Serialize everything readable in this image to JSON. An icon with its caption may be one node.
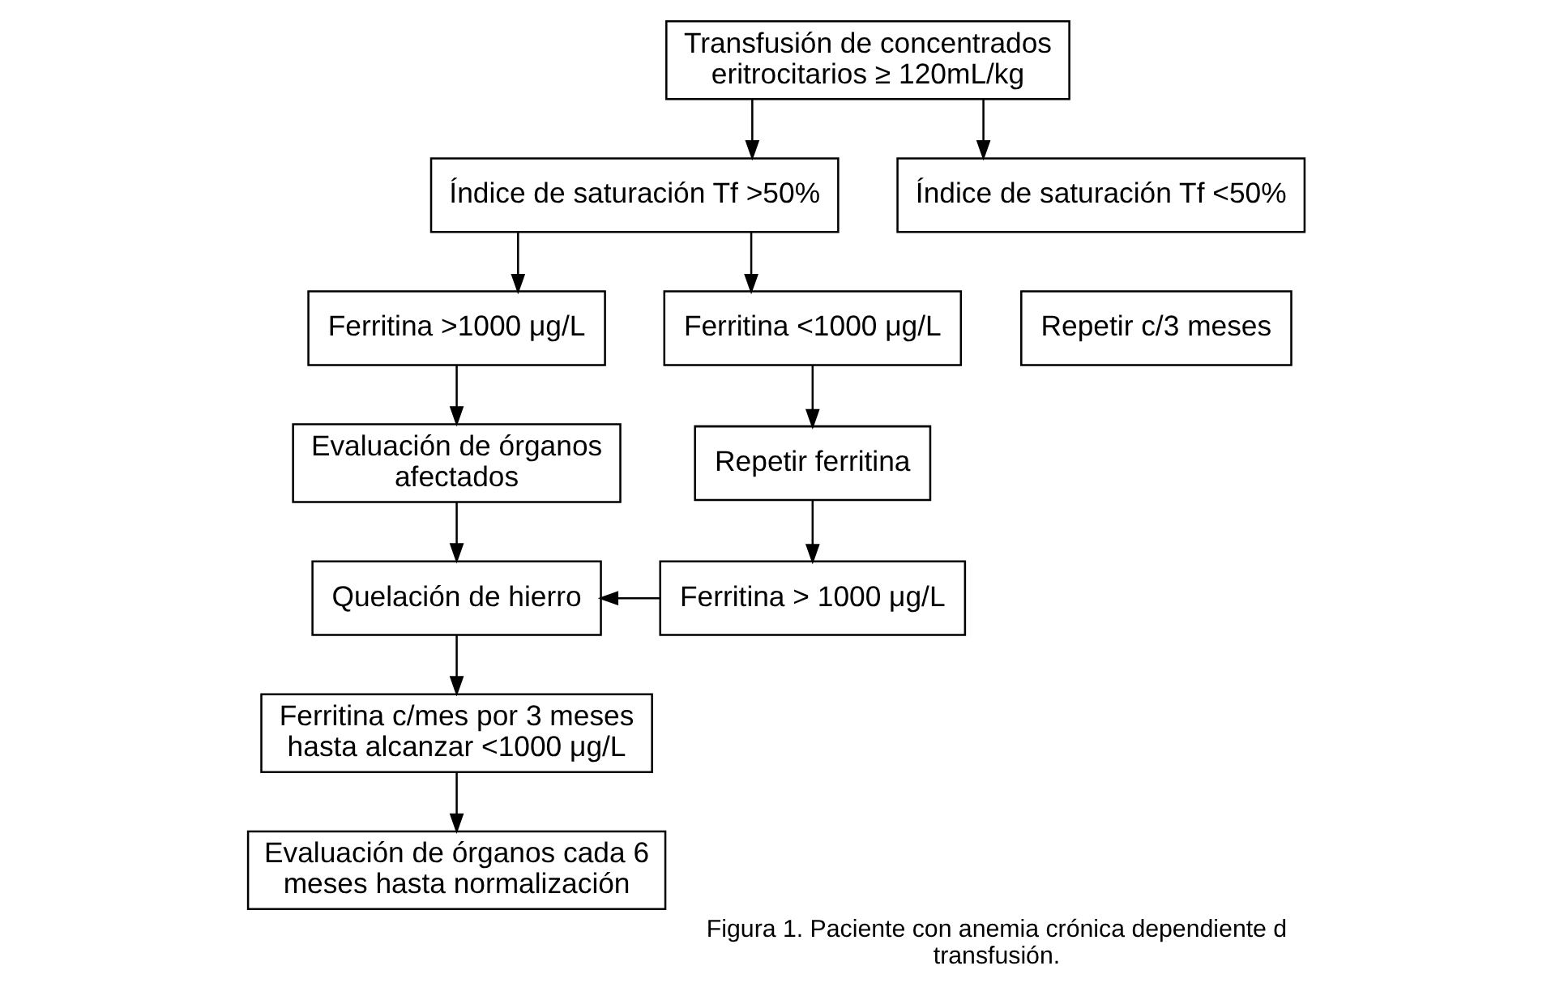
{
  "diagram": {
    "caption": "Figura 1. Paciente con anemia crónica dependiente d transfusión.",
    "nodes": [
      {
        "text": [
          "Transfusión de concentrados eritrocitarios ≥ 120mL/kg"
        ]
      },
      {
        "text": [
          "Índice de saturación Tf >50%"
        ]
      },
      {
        "text": [
          "Índice de saturación Tf <50%"
        ]
      },
      {
        "text": [
          "Ferritina >1000 μg/L"
        ]
      },
      {
        "text": [
          "Ferritina <1000 μg/L"
        ]
      },
      {
        "text": [
          "Repetir c/3 meses"
        ]
      },
      {
        "text": [
          "Evaluación de órganos afectados"
        ]
      },
      {
        "text": [
          "Repetir ferritina"
        ]
      },
      {
        "text": [
          "Quelación de hierro"
        ]
      },
      {
        "text": [
          "Ferritina > 1000 μg/L"
        ]
      },
      {
        "text": [
          "Ferritina c/mes por 3 meses hasta alcanzar <1000 μg/L"
        ]
      },
      {
        "text": [
          "Evaluación de órganos cada 6 meses hasta normalización"
        ]
      }
    ],
    "edges": [
      {
        "from": 0,
        "to": 1,
        "arrow": "to"
      },
      {
        "from": 0,
        "to": 2,
        "arrow": "to"
      },
      {
        "from": 1,
        "to": 3,
        "arrow": "to"
      },
      {
        "from": 1,
        "to": 4,
        "arrow": "to"
      },
      {
        "from": 3,
        "to": 6,
        "arrow": "to"
      },
      {
        "from": 4,
        "to": 7,
        "arrow": "to"
      },
      {
        "from": 6,
        "to": 8,
        "arrow": "to"
      },
      {
        "from": 7,
        "to": 9,
        "arrow": "to"
      },
      {
        "from": 9,
        "to": 8,
        "arrow": "to"
      },
      {
        "from": 8,
        "to": 10,
        "arrow": "to"
      },
      {
        "from": 10,
        "to": 11,
        "arrow": "to"
      }
    ]
  }
}
